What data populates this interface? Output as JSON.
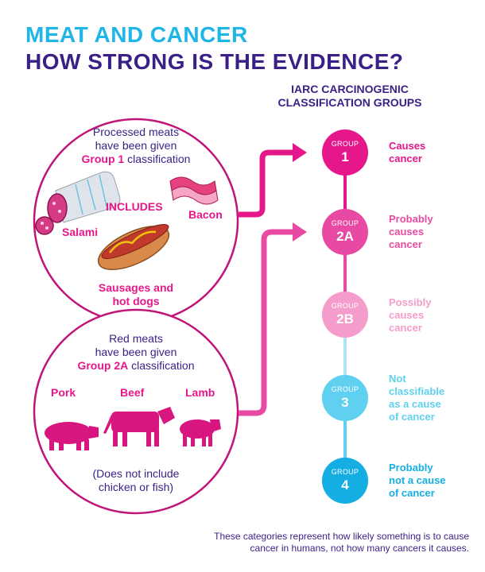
{
  "title_line1": "MEAT AND CANCER",
  "title_line2": "HOW STRONG IS THE EVIDENCE?",
  "iarc_heading_line1": "IARC CARCINOGENIC",
  "iarc_heading_line2": "CLASSIFICATION GROUPS",
  "processed": {
    "line1": "Processed meats",
    "line2": "have been given",
    "group": "Group 1",
    "classification": "classification",
    "includes": "INCLUDES",
    "salami": "Salami",
    "bacon": "Bacon",
    "sausages_line1": "Sausages and",
    "sausages_line2": "hot dogs"
  },
  "red": {
    "line1": "Red meats",
    "line2": "have been given",
    "group": "Group 2A",
    "classification": "classification",
    "pork": "Pork",
    "beef": "Beef",
    "lamb": "Lamb",
    "note_line1": "(Does not include",
    "note_line2": "chicken or fish)"
  },
  "groups": [
    {
      "label": "GROUP",
      "number": "1",
      "desc": [
        "Causes",
        "cancer"
      ],
      "color": "#e6178a"
    },
    {
      "label": "GROUP",
      "number": "2A",
      "desc": [
        "Probably",
        "causes",
        "cancer"
      ],
      "color": "#e84aa3"
    },
    {
      "label": "GROUP",
      "number": "2B",
      "desc": [
        "Possibly",
        "causes",
        "cancer"
      ],
      "color": "#f49ccb"
    },
    {
      "label": "GROUP",
      "number": "3",
      "desc": [
        "Not",
        "classifiable",
        "as a cause",
        "of cancer"
      ],
      "color": "#5fd0ef"
    },
    {
      "label": "GROUP",
      "number": "4",
      "desc": [
        "Probably",
        "not a cause",
        "of cancer"
      ],
      "color": "#14aee3"
    }
  ],
  "footnote_line1": "These categories represent how likely something is to cause",
  "footnote_line2": "cancer in humans, not how many cancers it causes.",
  "colors": {
    "pink": "#e6178a",
    "navy": "#3a1f86",
    "cyan": "#1fb5e6"
  }
}
